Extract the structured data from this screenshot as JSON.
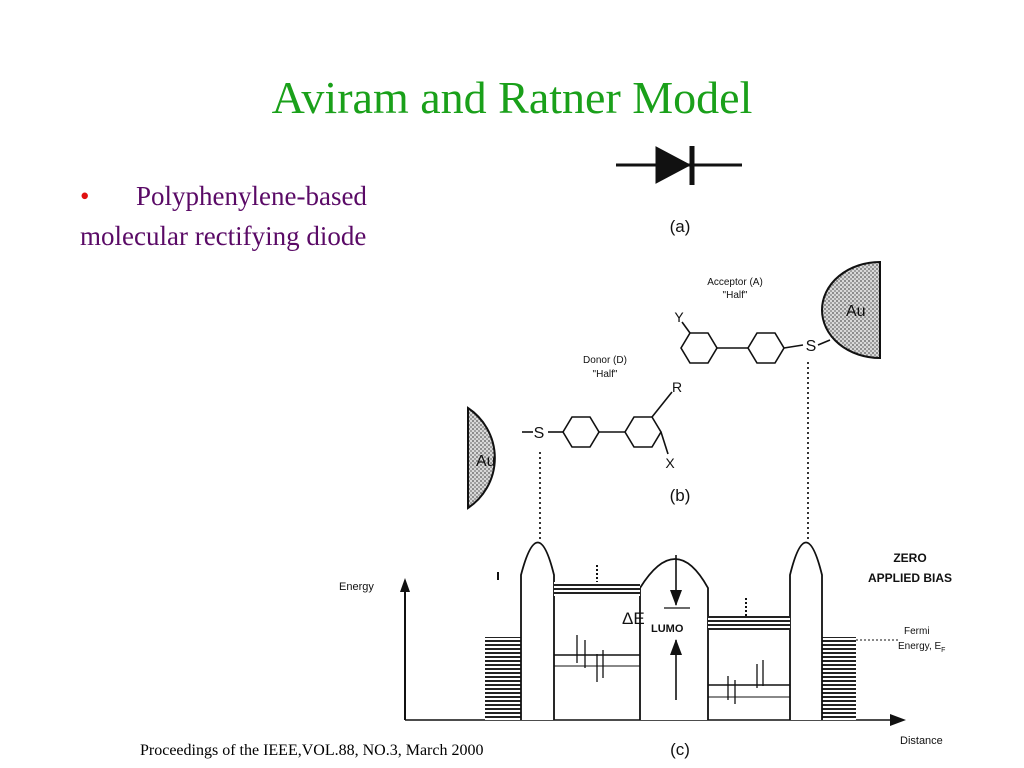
{
  "slide": {
    "title": "Aviram and Ratner Model",
    "bullet": "Polyphenylene-based molecular rectifying diode",
    "footer": "Proceedings of the IEEE,VOL.88, NO.3, March 2000"
  },
  "figure": {
    "panel_a_label": "(a)",
    "panel_b_label": "(b)",
    "panel_c_label": "(c)",
    "acceptor_label_1": "Acceptor (A)",
    "acceptor_label_2": "\"Half\"",
    "donor_label_1": "Donor (D)",
    "donor_label_2": "\"Half\"",
    "gold_left": "Au",
    "gold_right": "Au",
    "sulfur_left": "S",
    "sulfur_right": "S",
    "sub_y": "Y",
    "sub_r": "R",
    "sub_x": "X",
    "energy_axis": "Energy",
    "distance_axis": "Distance",
    "bias_1": "ZERO",
    "bias_2": "APPLIED BIAS",
    "fermi_1": "Fermi",
    "fermi_2": "Energy, E",
    "fermi_sub": "F",
    "delta_e": "ΔE",
    "lumo": "LUMO"
  },
  "colors": {
    "title": "#1aa01a",
    "bullet_text": "#5a0a66",
    "bullet_dot": "#e01010"
  }
}
